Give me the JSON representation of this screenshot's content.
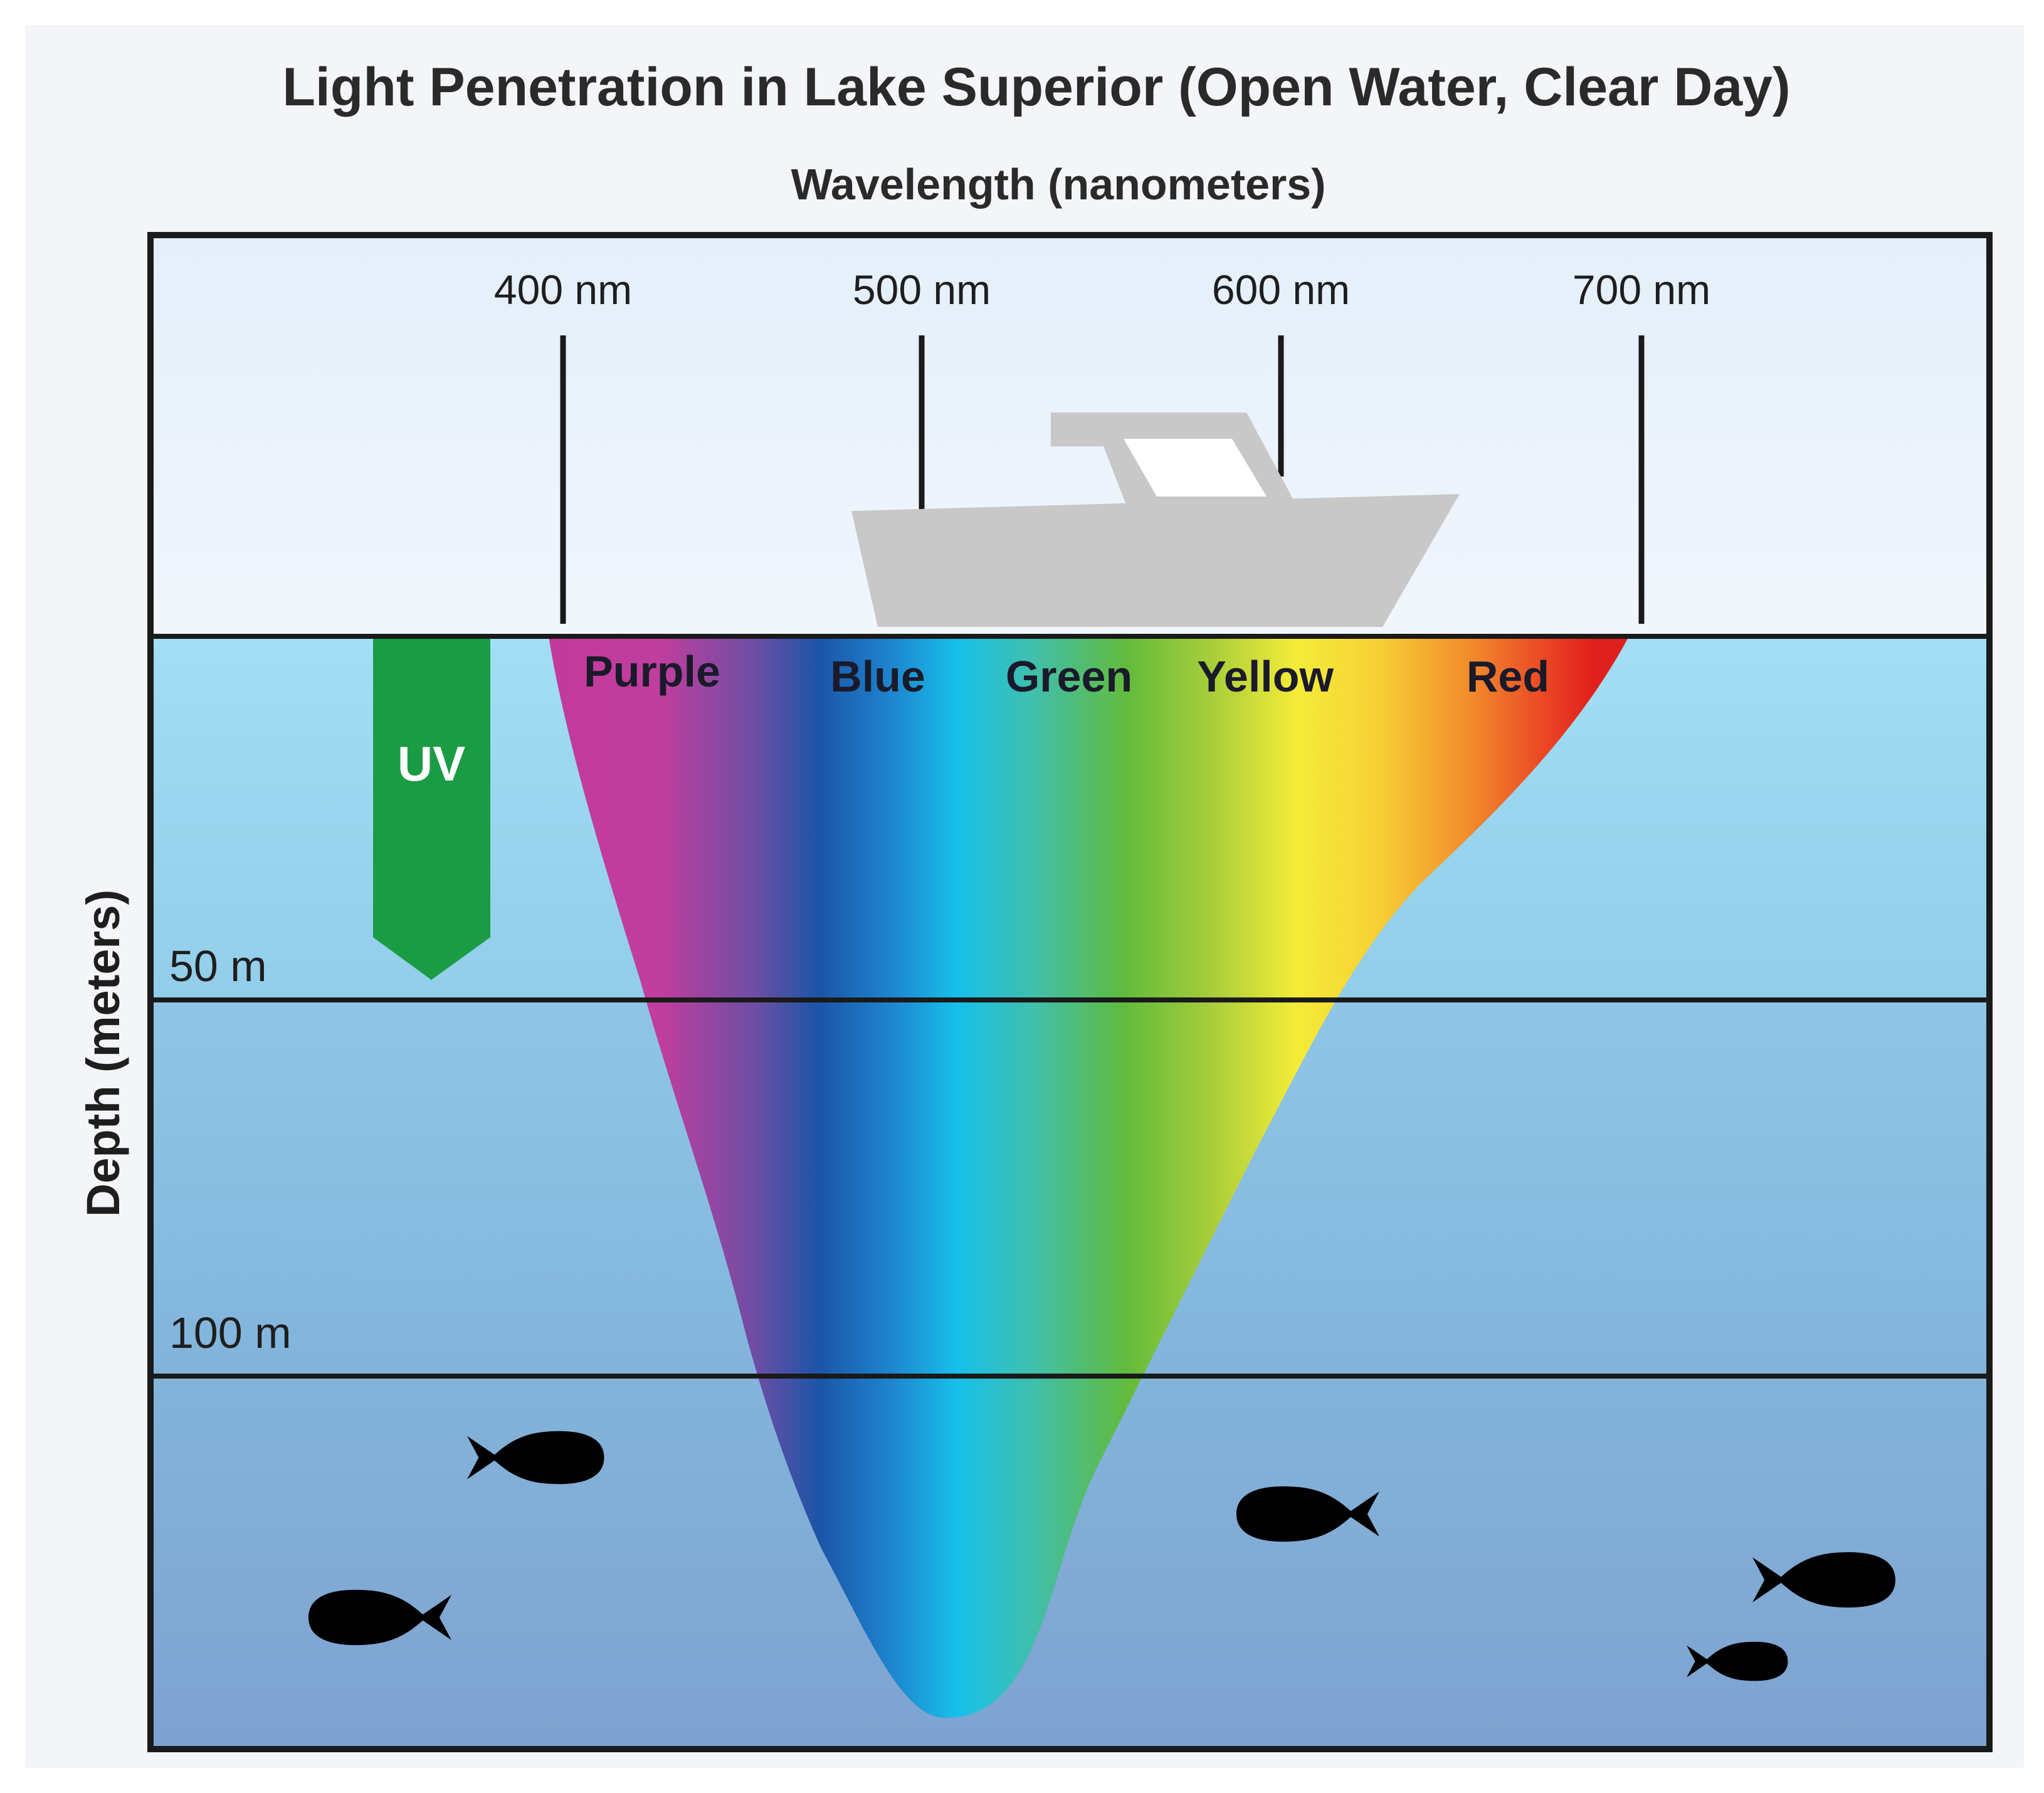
{
  "title": "Light Penetration in Lake Superior (Open Water, Clear Day)",
  "x_axis_label": "Wavelength (nanometers)",
  "y_axis_label": "Depth (meters)",
  "wavelength_ticks": [
    "400 nm",
    "500 nm",
    "600 nm",
    "700 nm"
  ],
  "depth_levels": [
    "50 m",
    "100 m"
  ],
  "bands": [
    "Purple",
    "Blue",
    "Green",
    "Yellow",
    "Red"
  ],
  "uv_label": "UV",
  "icons": {
    "boat": "boat-icon",
    "fish": "fish-icon"
  },
  "colors": {
    "purple": "#c53fa0",
    "blue": "#1c5fb4",
    "cyan": "#15bde8",
    "green": "#6ac038",
    "yellow": "#f4ea36",
    "orange": "#f39a2e",
    "red": "#e7261f",
    "uv": "#1a9c44",
    "boat": "#c8c8c8",
    "sky": "#e8f2fb",
    "water_top": "#9edcf3",
    "water_bottom": "#7fa3d2"
  }
}
